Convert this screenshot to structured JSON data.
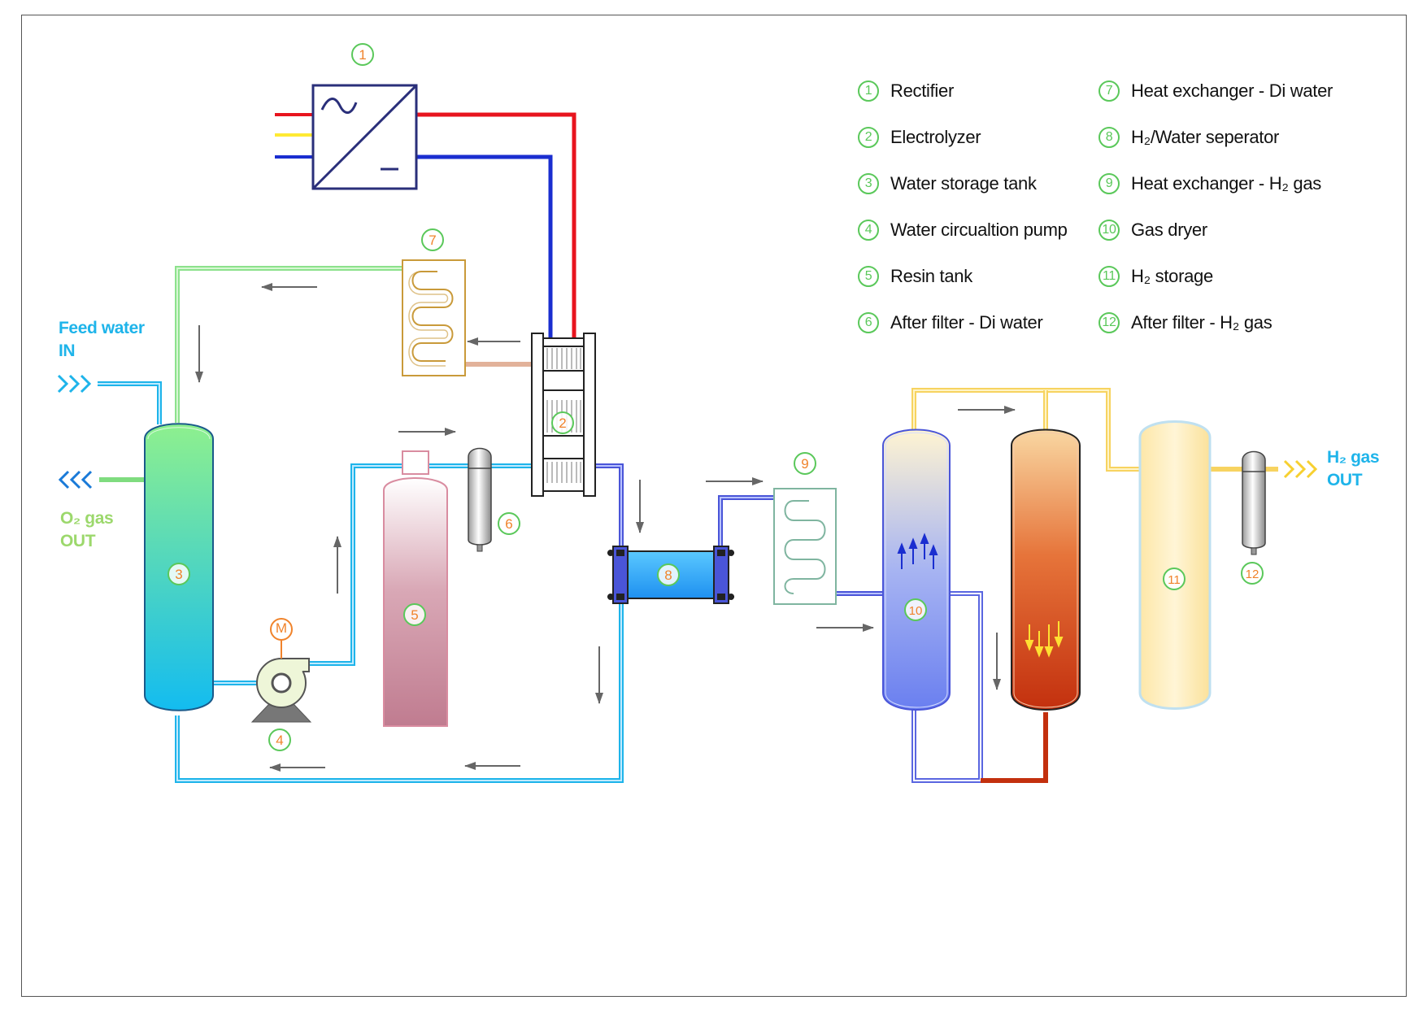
{
  "legend": [
    {
      "num": "1",
      "label": "Rectifier"
    },
    {
      "num": "2",
      "label": "Electrolyzer"
    },
    {
      "num": "3",
      "label": "Water storage tank"
    },
    {
      "num": "4",
      "label": "Water circualtion pump"
    },
    {
      "num": "5",
      "label": "Resin tank"
    },
    {
      "num": "6",
      "label": "After filter - Di water"
    },
    {
      "num": "7",
      "label": "Heat exchanger - Di water"
    },
    {
      "num": "8",
      "label": "H₂/Water seperator"
    },
    {
      "num": "9",
      "label": "Heat exchanger - H₂ gas"
    },
    {
      "num": "10",
      "label": "Gas dryer"
    },
    {
      "num": "11",
      "label": "H₂ storage"
    },
    {
      "num": "12",
      "label": "After filter - H₂ gas"
    }
  ],
  "io": {
    "feed_water": {
      "line1": "Feed water",
      "line2": "IN"
    },
    "o2_gas": {
      "line1": "O₂ gas",
      "line2": "OUT"
    },
    "h2_gas": {
      "line1": "H₂ gas",
      "line2": "OUT"
    }
  },
  "motor_label": "M",
  "colors": {
    "water_line": "#1eb4ea",
    "green_line": "#7fdc7f",
    "h2_line_blue": "#4a55d8",
    "h2_line_yellow": "#f7d360",
    "power_red": "#e8141e",
    "power_blue": "#1a2ed0",
    "power_yellow": "#ffea33",
    "number_green": "#5ac85a",
    "number_orange": "#f0832b",
    "feed_label": "#1eb4ea",
    "o2_label": "#9cd86c"
  }
}
